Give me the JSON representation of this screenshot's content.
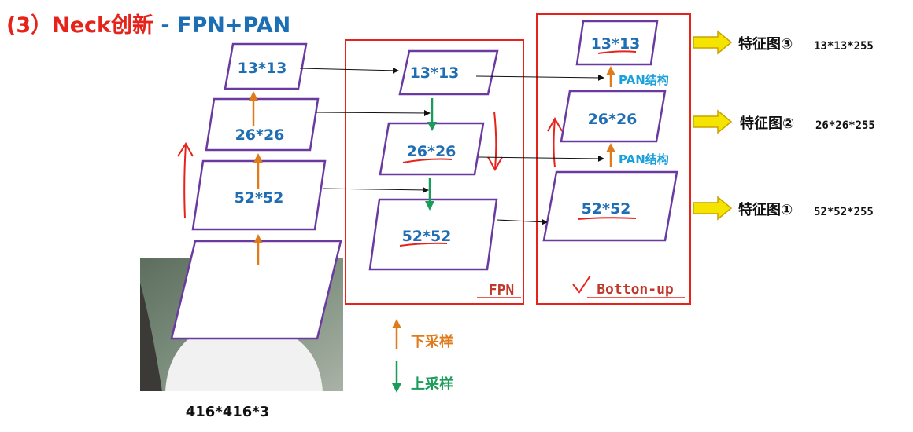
{
  "title": {
    "prefix": "(3）Neck创新",
    "suffix": " - FPN+PAN"
  },
  "colors": {
    "accent_red": "#e5231b",
    "label_blue": "#1f6db3",
    "purple": "#6a3aa0",
    "orange": "#e07b1b",
    "green": "#1a9c5a",
    "pan_blue": "#1aa0dc",
    "yellow": "#f5e400"
  },
  "backbone": {
    "levels": [
      "13*13",
      "26*26",
      "52*52"
    ],
    "input_label": "416*416*3"
  },
  "fpn": {
    "levels": [
      "13*13",
      "26*26",
      "52*52"
    ],
    "label": "FPN"
  },
  "pan": {
    "levels": [
      "13*13",
      "26*26",
      "52*52"
    ],
    "label": "Botton-up",
    "structure_label": "PAN结构"
  },
  "outputs": [
    {
      "name": "特征图③",
      "size": "13*13*255"
    },
    {
      "name": "特征图②",
      "size": "26*26*255"
    },
    {
      "name": "特征图①",
      "size": "52*52*255"
    }
  ],
  "legend": {
    "down_sampling": "下采样",
    "up_sampling": "上采样"
  }
}
